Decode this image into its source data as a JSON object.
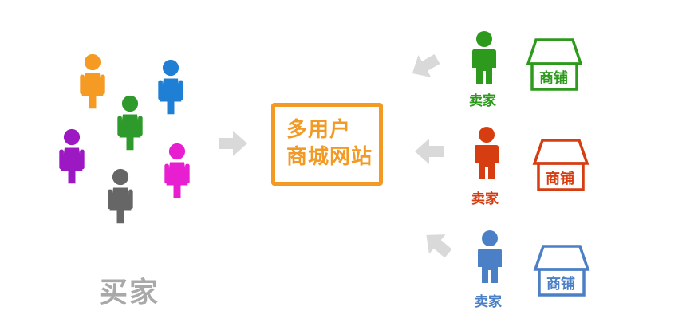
{
  "center": {
    "line1": "多用户",
    "line2": "商城网站"
  },
  "buyers": {
    "label": "买家",
    "figures": [
      {
        "color": "#f59a22",
        "gender": "female"
      },
      {
        "color": "#1f7fd4",
        "gender": "female"
      },
      {
        "color": "#2e9a2b",
        "gender": "female"
      },
      {
        "color": "#9b18c2",
        "gender": "female"
      },
      {
        "color": "#e81fd0",
        "gender": "female"
      },
      {
        "color": "#666666",
        "gender": "female"
      }
    ]
  },
  "sellers": [
    {
      "label": "卖家",
      "shop_label": "商铺",
      "color": "#2e9a1d"
    },
    {
      "label": "卖家",
      "shop_label": "商铺",
      "color": "#d63e12"
    },
    {
      "label": "卖家",
      "shop_label": "商铺",
      "color": "#4b7fc6"
    }
  ],
  "arrow_color": "#d9d9d9"
}
